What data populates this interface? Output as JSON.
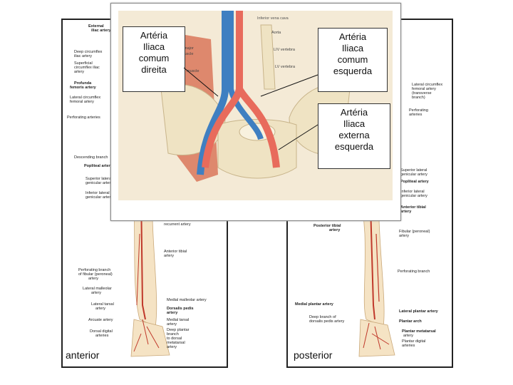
{
  "left_panel": {
    "view_label": "anterior",
    "labels_left": [
      "External",
      "iliac artery",
      "Deep circumflex",
      "iliac artery",
      "Superficial",
      "circumflex iliac",
      "artery",
      "Profunda",
      "femoris artery",
      "Lateral circumflex",
      "femoral artery",
      "Perforating arteries",
      "Descending branch",
      "Popliteal artery",
      "Superior lateral",
      "genicular artery",
      "Inferior lateral",
      "genicular artery",
      "Perforating branch",
      "of fibular (peroneal)",
      "artery",
      "Lateral malleolar",
      "artery",
      "Lateral tarsal",
      "artery",
      "Arcuate artery",
      "Dorsal digital",
      "arteries"
    ],
    "labels_right": [
      "recurrent artery",
      "Anterior tibial",
      "artery",
      "Medial malleolar artery",
      "Dorsalis pedis",
      "artery",
      "Medial tarsal",
      "artery",
      "Deep plantar",
      "branch",
      "to dorsal",
      "metatarsal",
      "artery"
    ]
  },
  "right_panel": {
    "view_label": "posterior",
    "labels_right": [
      "Lateral circumflex",
      "femoral artery",
      "(transverse",
      "branch)",
      "Perforating",
      "arteries",
      "Superior lateral",
      "genicular artery",
      "Popliteal artery",
      "Inferior lateral",
      "genicular artery",
      "Anterior tibial",
      "artery",
      "Fibular (peroneal)",
      "artery",
      "Perforating branch",
      "Lateral plantar artery",
      "Plantar arch",
      "Plantar metatarsal",
      "artery",
      "Plantar digital",
      "arteries"
    ],
    "labels_left": [
      "Posterior tibial",
      "artery",
      "Medial plantar artery",
      "Deep branch of",
      "dorsalis pedis artery"
    ]
  },
  "inset": {
    "callouts": {
      "right_common": [
        "Artéria",
        "Iliaca",
        "comum",
        "direita"
      ],
      "left_common": [
        "Artéria",
        "Iliaca",
        "comum",
        "esquerda"
      ],
      "left_external": [
        "Artéria",
        "Iliaca",
        "externa",
        "esquerda"
      ]
    },
    "image_labels": [
      "Inferior vena cava",
      "Aorta",
      "LIV vertebra",
      "LV vertebra",
      "major",
      "muscle",
      "muscle"
    ],
    "colors": {
      "artery": "#e86b5c",
      "vein": "#3f7fc1",
      "bone": "#efe3c3",
      "muscle": "#d9775a",
      "background": "#f4ead6"
    }
  }
}
